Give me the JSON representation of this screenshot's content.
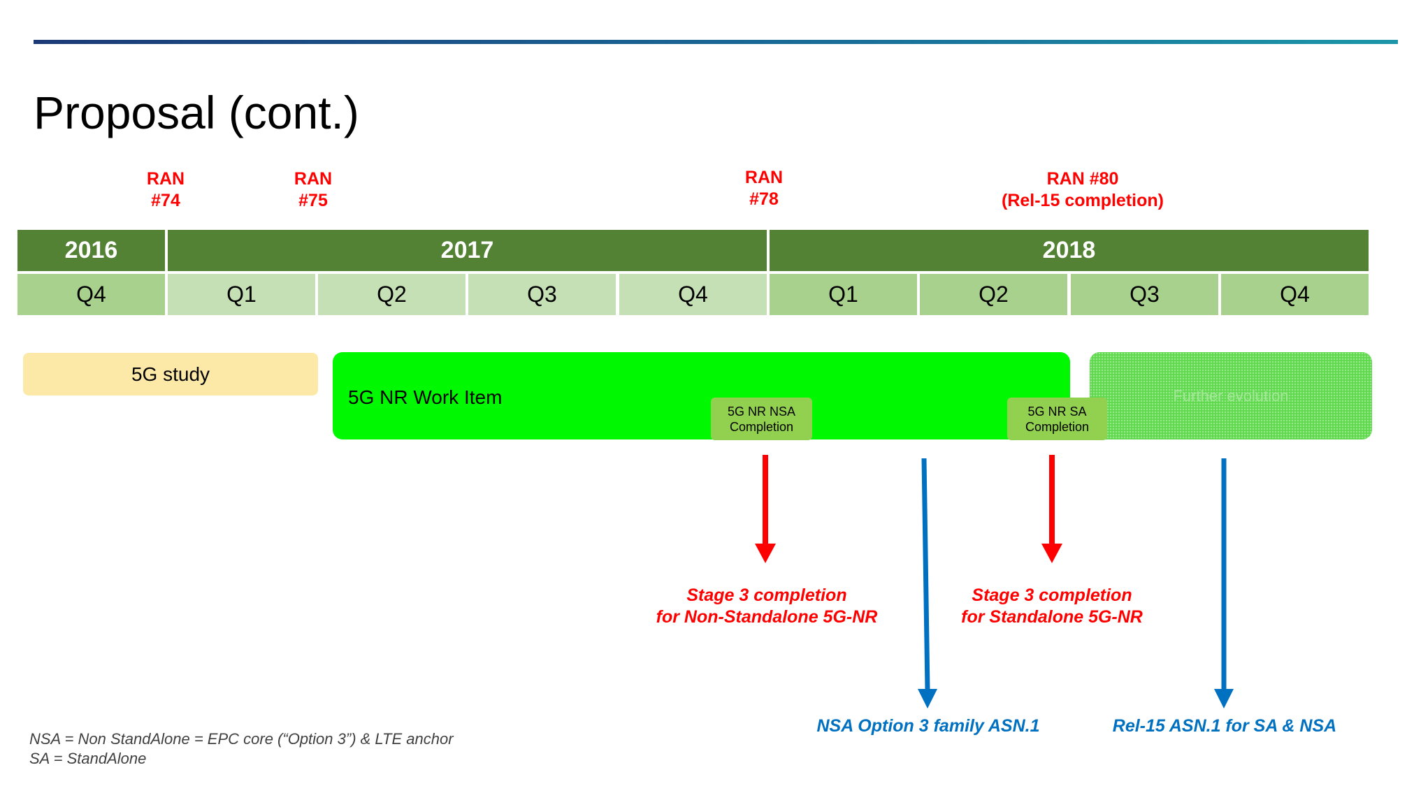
{
  "title": "Proposal (cont.)",
  "meetings": [
    {
      "line1": "RAN",
      "line2": "#74"
    },
    {
      "line1": "RAN",
      "line2": "#75"
    },
    {
      "line1": "RAN",
      "line2": "#78"
    },
    {
      "line1": "RAN #80",
      "line2": "(Rel-15 completion)"
    }
  ],
  "years": [
    "2016",
    "2017",
    "2018"
  ],
  "quarters": [
    "Q4",
    "Q1",
    "Q2",
    "Q3",
    "Q4",
    "Q1",
    "Q2",
    "Q3",
    "Q4"
  ],
  "bars": {
    "study": "5G study",
    "work_item": "5G NR Work Item",
    "evolution": "Further evolution"
  },
  "milestones": [
    {
      "line1": "5G NR NSA",
      "line2": "Completion"
    },
    {
      "line1": "5G NR SA",
      "line2": "Completion"
    }
  ],
  "stage3": [
    {
      "line1": "Stage 3 completion",
      "line2": "for Non-Standalone 5G-NR"
    },
    {
      "line1": "Stage 3 completion",
      "line2": "for Standalone 5G-NR"
    }
  ],
  "asn1": [
    "NSA Option 3  family ASN.1",
    "Rel-15 ASN.1 for SA & NSA"
  ],
  "footnotes": [
    "NSA = Non StandAlone = EPC core (“Option 3”) & LTE anchor",
    "SA = StandAlone"
  ],
  "colors": {
    "red_arrow": "#ff0000",
    "blue_arrow": "#0070c0",
    "year_header": "#548235",
    "work_item": "#00f900"
  }
}
